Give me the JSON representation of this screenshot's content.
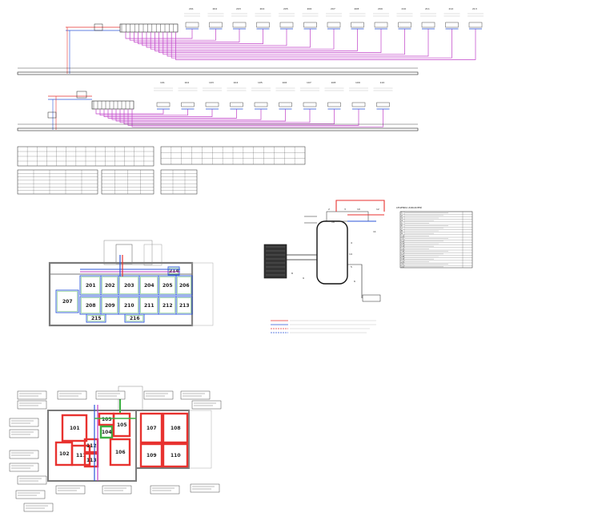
{
  "top_schematic": {
    "units": [
      "201",
      "202",
      "203",
      "204",
      "205",
      "206",
      "207",
      "208",
      "209",
      "210",
      "211",
      "212",
      "213"
    ],
    "units_lower": [
      "101",
      "102",
      "103",
      "104",
      "105",
      "106",
      "107",
      "108",
      "109",
      "110"
    ]
  },
  "rooms_floor2": [
    "201",
    "202",
    "203",
    "204",
    "205",
    "206",
    "207",
    "208",
    "209",
    "210",
    "211",
    "212",
    "213",
    "214",
    "215",
    "216"
  ],
  "rooms_floor1": [
    "101",
    "102",
    "103",
    "104",
    "105",
    "106",
    "107",
    "108",
    "109",
    "110",
    "111",
    "112",
    "113"
  ],
  "legend": {
    "title": "LEGENDA ZARIADENÍ",
    "item_numbers": [
      "1",
      "2",
      "3",
      "4",
      "5",
      "6",
      "7",
      "8",
      "9",
      "10",
      "11",
      "12",
      "13",
      "14",
      "15",
      "16",
      "17",
      "18",
      "19",
      "20",
      "21",
      "22"
    ]
  },
  "colors": {
    "supply_red": "#e8322f",
    "return_blue": "#2b56d8",
    "distribution_magenta": "#c040c8",
    "line_dark": "#222222",
    "wall_grey": "#7a7a7a",
    "floor_green": "#3cb043"
  }
}
